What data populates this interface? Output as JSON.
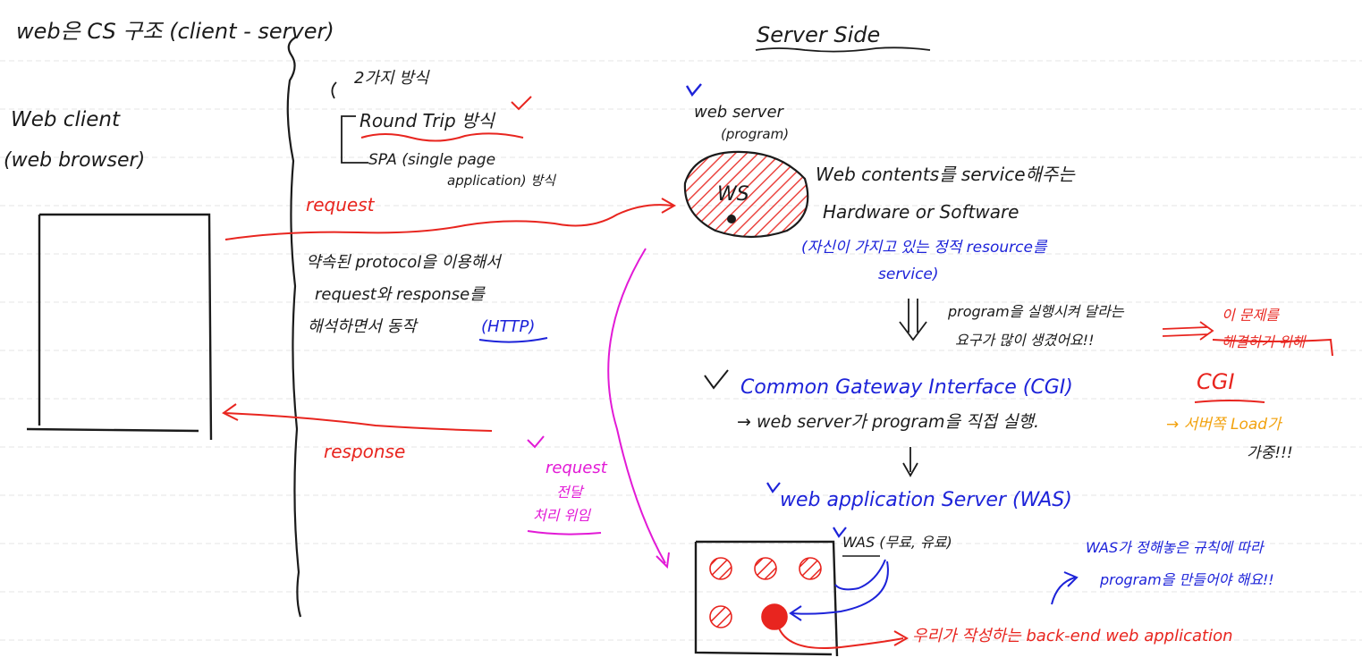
{
  "colors": {
    "ink": "#1b1b1b",
    "red": "#e8251f",
    "blue": "#1d23d9",
    "magenta": "#e21ad6",
    "orange": "#f2a20e",
    "rule": "#e6e6e6"
  },
  "left": {
    "heading": "web은 CS 구조 (client - server)",
    "client_line1": "Web client",
    "client_line2": "(web browser)",
    "methods_title": "2가지 방식",
    "method_round_trip": "Round Trip 방식",
    "method_spa_1": "SPA (single page",
    "method_spa_2": "application) 방식",
    "request_label": "request",
    "protocol_line1": "약속된 protocol을 이용해서",
    "protocol_line2": "request와 response를",
    "protocol_line3": "해석하면서 동작",
    "protocol_http": "(HTTP)",
    "response_label": "response",
    "forward_line1": "request",
    "forward_line2": "전달",
    "forward_line3": "처리 위임"
  },
  "right": {
    "heading": "Server Side",
    "webserver_line1": "web server",
    "webserver_line2": "(program)",
    "ws_label": "WS",
    "contents_line1": "Web contents를 service해주는",
    "contents_line2": "Hardware or Software",
    "static_line1": "(자신이 가지고 있는 정적 resource를",
    "static_line2": "service)",
    "program_need_1": "program을 실행시켜 달라는",
    "program_need_2": "요구가 많이 생겼어요!!",
    "solve_1": "이 문제를",
    "solve_2": "해결하기 위해",
    "cgi_full": "Common Gateway Interface (CGI)",
    "cgi_short": "CGI",
    "cgi_desc": "→ web server가 program을 직접 실행.",
    "cgi_load_1": "→ 서버쪽 Load가",
    "cgi_load_2": "가중!!!",
    "was_title": "web application Server (WAS)",
    "was_label": "WAS (무료, 유료)",
    "was_spec_1": "WAS가 정해놓은 규칙에 따라",
    "was_spec_2": "program을 만들어야 해요!!",
    "backend": "우리가 작성하는 back-end web application"
  }
}
